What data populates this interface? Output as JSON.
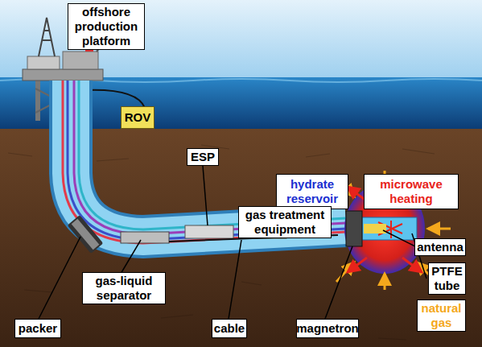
{
  "diagram": {
    "nodes": [
      {
        "text": [
          "offshore production platform"
        ]
      },
      {
        "text": [
          "ROV"
        ]
      },
      {
        "text": [
          "hydrate reservoir"
        ]
      },
      {
        "text": [
          "microwave heating"
        ]
      },
      {
        "text": [
          "ESP"
        ]
      },
      {
        "text": [
          "gas treatment equipment"
        ]
      },
      {
        "text": [
          "antenna"
        ]
      },
      {
        "text": [
          "PTFE tube"
        ]
      },
      {
        "text": [
          "natural gas"
        ]
      },
      {
        "text": [
          "packer"
        ]
      },
      {
        "text": [
          "gas-liquid separator"
        ]
      },
      {
        "text": [
          "cable"
        ]
      },
      {
        "text": [
          "magnetron"
        ]
      }
    ]
  }
}
